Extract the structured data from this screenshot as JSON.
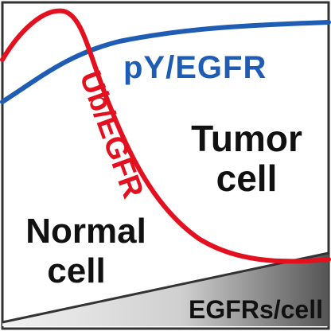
{
  "labels": {
    "py_egfr": "pY/EGFR",
    "ub_egfr": "Ub/EGFR",
    "tumor_line1": "Tumor",
    "tumor_line2": "cell",
    "normal_line1": "Normal",
    "normal_line2": "cell",
    "egfrs_per_cell": "EGFRs/cell"
  },
  "colors": {
    "blue_curve": "#1f5cb4",
    "red_curve": "#e3101f",
    "text_black": "#111111",
    "frame": "#333333",
    "wedge_light": "#f2f2f2",
    "wedge_dark": "#555555"
  }
}
